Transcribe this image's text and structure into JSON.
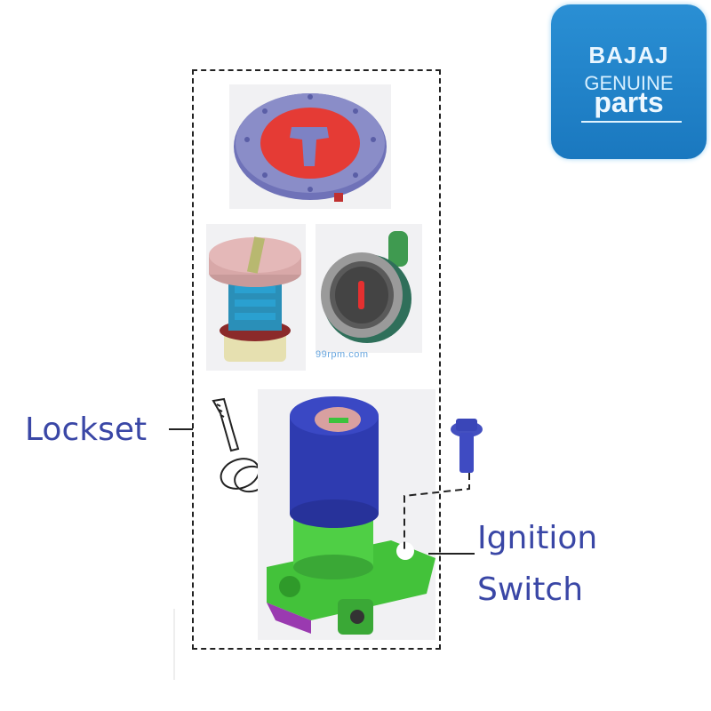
{
  "badge": {
    "brand": "BAJAJ",
    "line2": "GENUINE",
    "line3": "parts",
    "bg_color": "#1f82c8"
  },
  "labels": {
    "lockset": "Lockset",
    "ignition_line1": "Ignition",
    "ignition_line2": "Switch",
    "color": "#3a47a6"
  },
  "watermark": "99rpm.com",
  "parts": [
    {
      "name": "fuel-tank-cap-lock",
      "color": "#e03a3a"
    },
    {
      "name": "seat-lock-cylinder",
      "color": "#d9a6a6"
    },
    {
      "name": "side-lock-cylinder",
      "color": "#7a7a7a"
    },
    {
      "name": "keys",
      "color": "#222222"
    },
    {
      "name": "ignition-switch",
      "color": "#2e3bb0"
    },
    {
      "name": "bolt",
      "color": "#3644b8"
    }
  ]
}
